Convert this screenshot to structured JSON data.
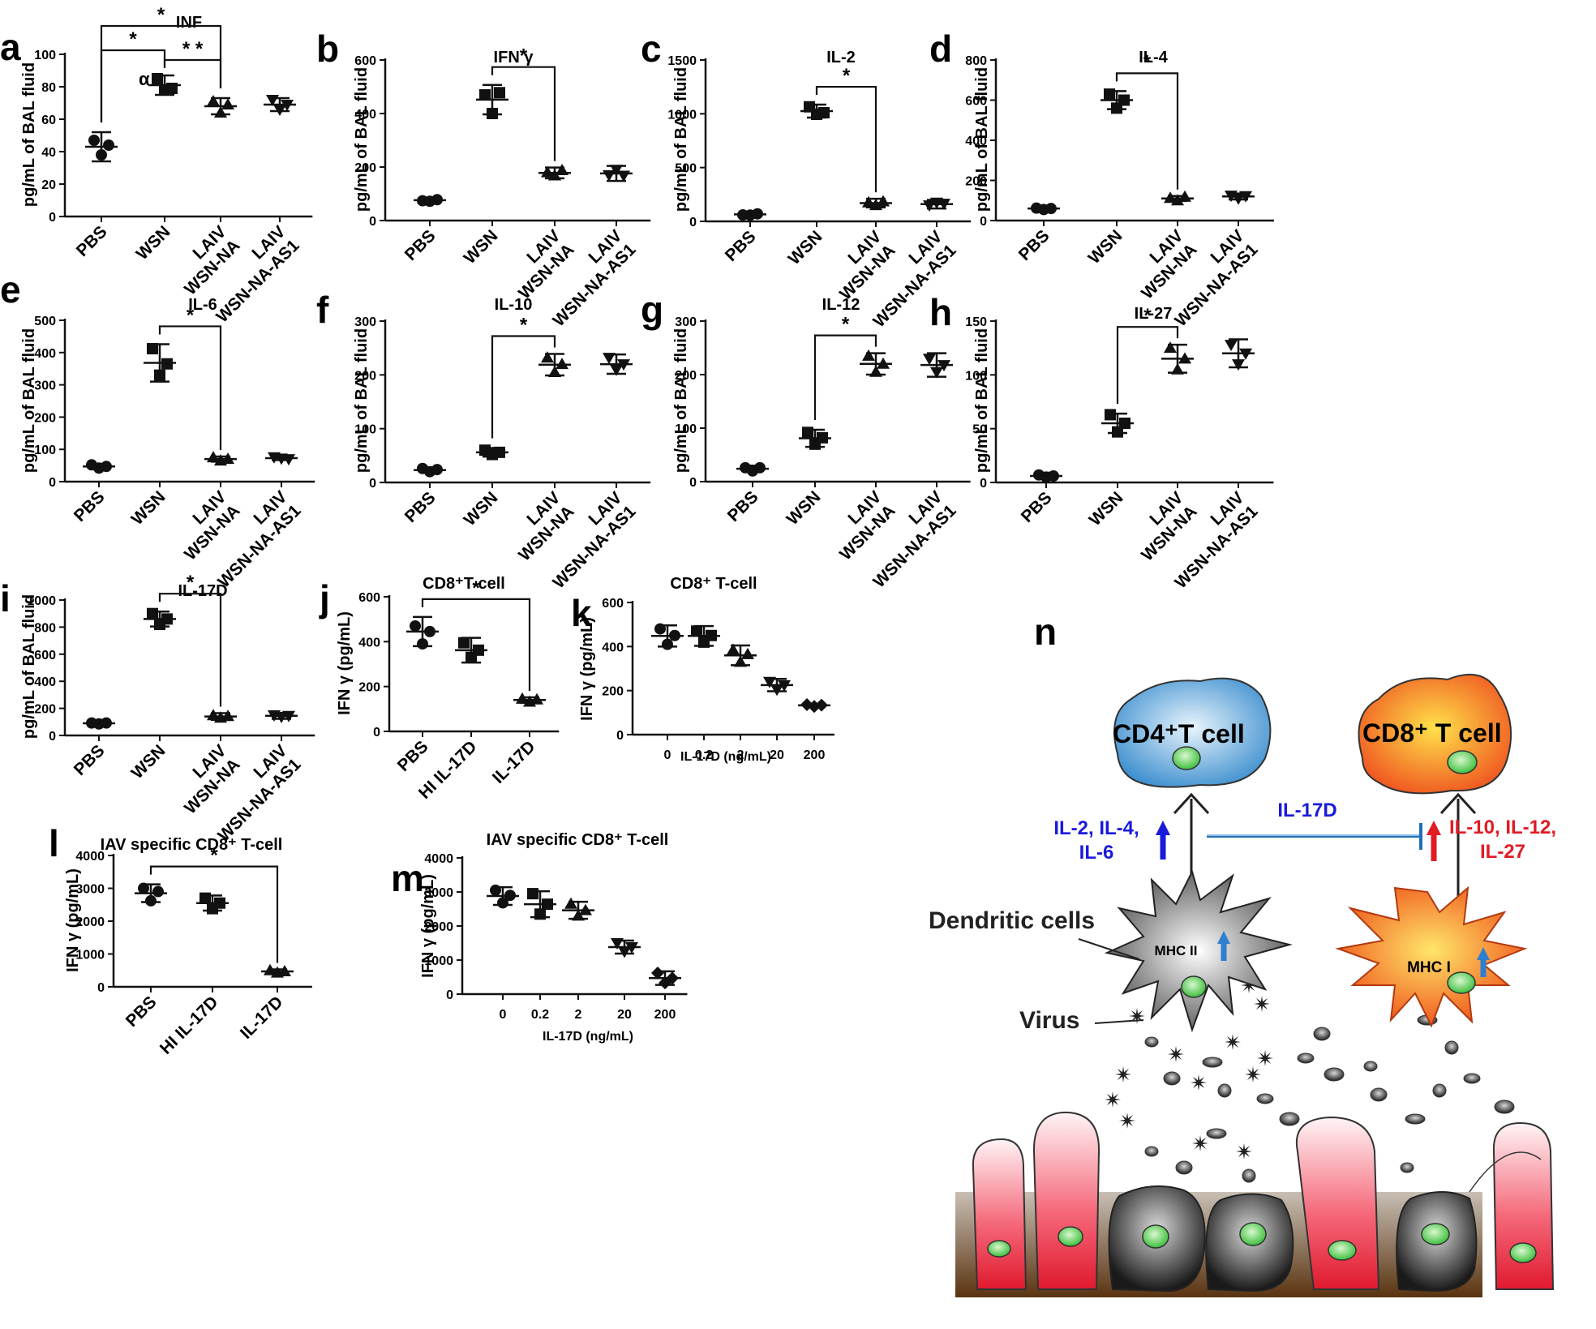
{
  "chart_data": [
    {
      "panel": "a",
      "type": "scatter",
      "title": "INF",
      "ylabel": "pg/mL of BAL fluid",
      "ylim": [
        0,
        100
      ],
      "yticks": [
        0,
        20,
        40,
        60,
        80,
        100
      ],
      "categories": [
        "PBS",
        "WSN",
        "LAIV\nWSN-NA",
        "LAIV\nWSN-NA-AS1"
      ],
      "means": [
        43,
        81,
        68,
        69
      ],
      "sd": [
        9,
        6,
        5,
        4
      ],
      "points": [
        [
          47,
          38,
          44
        ],
        [
          85,
          78,
          79
        ],
        [
          71,
          64,
          69
        ],
        [
          72,
          66,
          69
        ]
      ],
      "markers": [
        "circle",
        "square",
        "triangle",
        "triangle-down"
      ],
      "annotation": "α",
      "brackets": [
        {
          "from": 0,
          "to": 1,
          "label": "*"
        },
        {
          "from": 1,
          "to": 2,
          "label": "* *"
        },
        {
          "from": 0,
          "to": 2,
          "label": "*"
        }
      ]
    },
    {
      "panel": "b",
      "type": "scatter",
      "title": "IFN γ",
      "ylabel": "pg/mL of BAL fluid",
      "ylim": [
        0,
        600
      ],
      "yticks": [
        0,
        200,
        400,
        600
      ],
      "categories": [
        "PBS",
        "WSN",
        "LAIV\nWSN-NA",
        "LAIV\nWSN-NA-AS1"
      ],
      "means": [
        76,
        452,
        178,
        176
      ],
      "sd": [
        6,
        55,
        20,
        28
      ],
      "points": [
        [
          74,
          72,
          78
        ],
        [
          470,
          400,
          478
        ],
        [
          180,
          168,
          188
        ],
        [
          170,
          190,
          168
        ]
      ],
      "markers": [
        "circle",
        "square",
        "triangle",
        "triangle-down"
      ],
      "brackets": [
        {
          "from": 1,
          "to": 2,
          "label": "*"
        }
      ]
    },
    {
      "panel": "c",
      "type": "scatter",
      "title": "IL-2",
      "ylabel": "pg/mL of BAL fluid",
      "ylim": [
        0,
        1500
      ],
      "yticks": [
        0,
        500,
        1000,
        1500
      ],
      "categories": [
        "PBS",
        "WSN",
        "LAIV\nWSN-NA",
        "LAIV\nWSN-NA-AS1"
      ],
      "means": [
        65,
        1025,
        170,
        160
      ],
      "sd": [
        10,
        60,
        40,
        40
      ],
      "points": [
        [
          60,
          58,
          70
        ],
        [
          1065,
          995,
          1010
        ],
        [
          175,
          150,
          185
        ],
        [
          150,
          175,
          165
        ]
      ],
      "markers": [
        "circle",
        "square",
        "triangle",
        "triangle-down"
      ],
      "brackets": [
        {
          "from": 1,
          "to": 2,
          "label": "*"
        }
      ]
    },
    {
      "panel": "d",
      "type": "scatter",
      "title": "IL-4",
      "ylabel": "pg/mL of BAL fluid",
      "ylim": [
        0,
        800
      ],
      "yticks": [
        0,
        200,
        400,
        600,
        800
      ],
      "categories": [
        "PBS",
        "WSN",
        "LAIV\nWSN-NA",
        "LAIV\nWSN-NA-AS1"
      ],
      "means": [
        60,
        600,
        110,
        120
      ],
      "sd": [
        15,
        45,
        12,
        15
      ],
      "points": [
        [
          62,
          55,
          60
        ],
        [
          630,
          560,
          600
        ],
        [
          112,
          100,
          118
        ],
        [
          125,
          110,
          122
        ]
      ],
      "markers": [
        "circle",
        "square",
        "triangle",
        "triangle-down"
      ],
      "brackets": [
        {
          "from": 1,
          "to": 2,
          "label": "*"
        }
      ]
    },
    {
      "panel": "e",
      "type": "scatter",
      "title": "IL-6",
      "ylabel": "pg/mL of BAL fluid",
      "ylim": [
        0,
        500
      ],
      "yticks": [
        0,
        100,
        200,
        300,
        400,
        500
      ],
      "categories": [
        "PBS",
        "WSN",
        "LAIV\nWSN-NA",
        "LAIV\nWSN-NA-AS1"
      ],
      "means": [
        47,
        368,
        70,
        73
      ],
      "sd": [
        8,
        58,
        8,
        6
      ],
      "points": [
        [
          52,
          42,
          47
        ],
        [
          412,
          330,
          365
        ],
        [
          75,
          65,
          70
        ],
        [
          76,
          72,
          70
        ]
      ],
      "markers": [
        "circle",
        "square",
        "triangle",
        "triangle-down"
      ],
      "brackets": [
        {
          "from": 1,
          "to": 2,
          "label": "*"
        }
      ]
    },
    {
      "panel": "f",
      "type": "scatter",
      "title": "IL-10",
      "ylabel": "pg/mL of BAL fluid",
      "ylim": [
        0,
        300
      ],
      "yticks": [
        0,
        100,
        200,
        300
      ],
      "categories": [
        "PBS",
        "WSN",
        "LAIV\nWSN-NA",
        "LAIV\nWSN-NA-AS1"
      ],
      "means": [
        23,
        56,
        219,
        220
      ],
      "sd": [
        5,
        8,
        20,
        18
      ],
      "points": [
        [
          26,
          20,
          24
        ],
        [
          60,
          52,
          56
        ],
        [
          232,
          205,
          220
        ],
        [
          232,
          210,
          220
        ]
      ],
      "markers": [
        "circle",
        "square",
        "triangle",
        "triangle-down"
      ],
      "brackets": [
        {
          "from": 1,
          "to": 2,
          "label": "*"
        }
      ]
    },
    {
      "panel": "g",
      "type": "scatter",
      "title": "IL-12",
      "ylabel": "pg/mL of BAL fluid",
      "ylim": [
        0,
        300
      ],
      "yticks": [
        0,
        100,
        200,
        300
      ],
      "categories": [
        "PBS",
        "WSN",
        "LAIV\nWSN-NA",
        "LAIV\nWSN-NA-AS1"
      ],
      "means": [
        24,
        81,
        220,
        218
      ],
      "sd": [
        6,
        16,
        20,
        22
      ],
      "points": [
        [
          26,
          20,
          26
        ],
        [
          92,
          70,
          82
        ],
        [
          235,
          205,
          220
        ],
        [
          230,
          205,
          218
        ]
      ],
      "markers": [
        "circle",
        "square",
        "triangle",
        "triangle-down"
      ],
      "brackets": [
        {
          "from": 1,
          "to": 2,
          "label": "*"
        }
      ]
    },
    {
      "panel": "h",
      "type": "scatter",
      "title": "IL-27",
      "ylabel": "pg/mL of BAL fluid",
      "ylim": [
        0,
        150
      ],
      "yticks": [
        0,
        50,
        100,
        150
      ],
      "categories": [
        "PBS",
        "WSN",
        "LAIV\nWSN-NA",
        "LAIV\nWSN-NA-AS1"
      ],
      "means": [
        6,
        55,
        115,
        120
      ],
      "sd": [
        3,
        9,
        13,
        13
      ],
      "points": [
        [
          7,
          5,
          6
        ],
        [
          63,
          47,
          55
        ],
        [
          125,
          105,
          115
        ],
        [
          128,
          110,
          120
        ]
      ],
      "markers": [
        "circle",
        "square",
        "triangle",
        "triangle-down"
      ],
      "brackets": [
        {
          "from": 1,
          "to": 2,
          "label": "*"
        }
      ]
    },
    {
      "panel": "i",
      "type": "scatter",
      "title": "IL-17D",
      "ylabel": "pg/mL of BAL fluid",
      "ylim": [
        0,
        1000
      ],
      "yticks": [
        0,
        200,
        400,
        600,
        800,
        1000
      ],
      "categories": [
        "PBS",
        "WSN",
        "LAIV\nWSN-NA",
        "LAIV\nWSN-NA-AS1"
      ],
      "means": [
        90,
        860,
        140,
        145
      ],
      "sd": [
        10,
        55,
        25,
        22
      ],
      "points": [
        [
          92,
          85,
          92
        ],
        [
          900,
          820,
          860
        ],
        [
          148,
          130,
          142
        ],
        [
          150,
          138,
          145
        ]
      ],
      "markers": [
        "circle",
        "square",
        "triangle",
        "triangle-down"
      ],
      "brackets": [
        {
          "from": 1,
          "to": 2,
          "label": "*"
        }
      ]
    },
    {
      "panel": "j",
      "type": "scatter",
      "title": "CD8⁺T-cell",
      "ylabel": "IFN γ  (pg/mL)",
      "ylim": [
        0,
        600
      ],
      "yticks": [
        0,
        200,
        400,
        600
      ],
      "categories": [
        "PBS",
        "HI IL-17D",
        "IL-17D"
      ],
      "means": [
        445,
        362,
        140
      ],
      "sd": [
        65,
        55,
        12
      ],
      "points": [
        [
          470,
          390,
          445
        ],
        [
          395,
          330,
          362
        ],
        [
          145,
          132,
          142
        ]
      ],
      "markers": [
        "circle",
        "square",
        "triangle"
      ],
      "brackets": [
        {
          "from": 0,
          "to": 2,
          "label": "*"
        }
      ]
    },
    {
      "panel": "k",
      "type": "scatter",
      "title": "CD8⁺ T-cell",
      "ylabel": "IFN γ  (pg/mL)",
      "xlabel": "IL-17D (ng/mL)",
      "ylim": [
        0,
        600
      ],
      "yticks": [
        0,
        200,
        400,
        600
      ],
      "categories": [
        "0",
        "0.2",
        "2",
        "20",
        "200"
      ],
      "means": [
        448,
        448,
        360,
        225,
        133
      ],
      "sd": [
        48,
        45,
        45,
        28,
        8
      ],
      "points": [
        [
          480,
          410,
          450
        ],
        [
          470,
          420,
          450
        ],
        [
          385,
          330,
          365
        ],
        [
          240,
          205,
          225
        ],
        [
          136,
          128,
          134
        ]
      ],
      "markers": [
        "circle",
        "square",
        "triangle",
        "triangle-down",
        "diamond"
      ]
    },
    {
      "panel": "l",
      "type": "scatter",
      "title": "IAV specific CD8⁺ T-cell",
      "ylabel": "IFN γ  (pg/mL)",
      "ylim": [
        0,
        4000
      ],
      "yticks": [
        0,
        1000,
        2000,
        3000,
        4000
      ],
      "categories": [
        "PBS",
        "HI IL-17D",
        "IL-17D"
      ],
      "means": [
        2850,
        2550,
        470
      ],
      "sd": [
        270,
        230,
        60
      ],
      "points": [
        [
          3000,
          2620,
          2900
        ],
        [
          2700,
          2380,
          2550
        ],
        [
          500,
          430,
          470
        ]
      ],
      "markers": [
        "circle",
        "square",
        "triangle"
      ],
      "brackets": [
        {
          "from": 0,
          "to": 2,
          "label": "*"
        }
      ]
    },
    {
      "panel": "m",
      "type": "scatter",
      "title": "IAV specific CD8⁺ T-cell",
      "ylabel": "IFN γ  (pg/mL)",
      "xlabel": "IL-17D (ng/mL)",
      "ylim": [
        0,
        4000
      ],
      "yticks": [
        0,
        1000,
        2000,
        3000,
        4000
      ],
      "categories": [
        "0",
        "0.2",
        "2",
        "20",
        "200"
      ],
      "means": [
        2880,
        2640,
        2460,
        1380,
        470
      ],
      "sd": [
        260,
        380,
        250,
        190,
        200
      ],
      "points": [
        [
          3050,
          2680,
          2900
        ],
        [
          2950,
          2350,
          2640
        ],
        [
          2650,
          2300,
          2460
        ],
        [
          1500,
          1250,
          1380
        ],
        [
          620,
          330,
          470
        ]
      ],
      "markers": [
        "circle",
        "square",
        "triangle",
        "triangle-down",
        "diamond"
      ]
    }
  ],
  "diagram": {
    "panel": "n",
    "cd4_label": "CD4⁺T cell",
    "cd8_label": "CD8⁺ T cell",
    "left_cytokines": [
      "IL-2, IL-4,",
      "IL-6"
    ],
    "right_cytokines": [
      "IL-10, IL-12,",
      "IL-27"
    ],
    "inhibitor_label": "IL-17D",
    "dc_label": "Dendritic cells",
    "virus_label": "Virus",
    "mhc2_label": "MHC II",
    "mhc1_label": "MHC I",
    "colors": {
      "blue": "#1a1adb",
      "red": "#e01b24",
      "link": "#1f6fb5"
    }
  }
}
